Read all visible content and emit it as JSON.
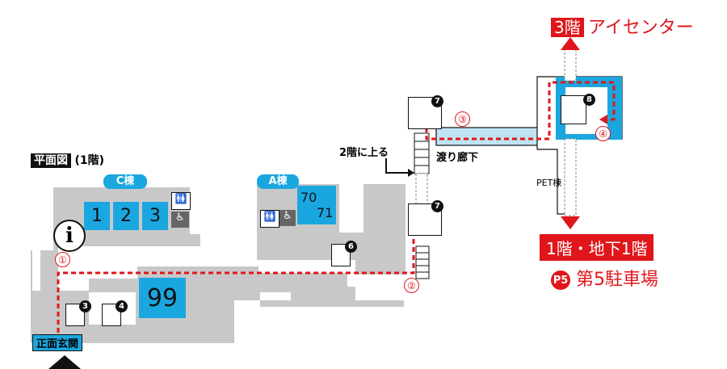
{
  "destinations": {
    "top": {
      "floor": "3階",
      "name": "アイセンター"
    },
    "bottom": {
      "floor": "1階・地下1階",
      "parking_badge": "P5",
      "parking_name": "第5駐車場"
    }
  },
  "legend": {
    "title": "平面図",
    "floor": "(1階)"
  },
  "buildings": {
    "c": "C棟",
    "a": "A棟",
    "pet": "PET棟"
  },
  "rooms": {
    "r1": "1",
    "r2": "2",
    "r3": "3",
    "r70": "70",
    "r71": "71",
    "r99": "99"
  },
  "labels": {
    "go_up": "2階に上る",
    "corridor": "渡り廊下",
    "entrance": "正面玄関",
    "info": "i"
  },
  "steps": [
    "①",
    "②",
    "③",
    "④"
  ],
  "elevators": [
    "3",
    "4",
    "6",
    "7",
    "7",
    "8"
  ],
  "colors": {
    "route": "#e0161b",
    "room": "#1aa7e0",
    "floor": "#c8c8c8",
    "walkway": "#bfe3f3"
  }
}
